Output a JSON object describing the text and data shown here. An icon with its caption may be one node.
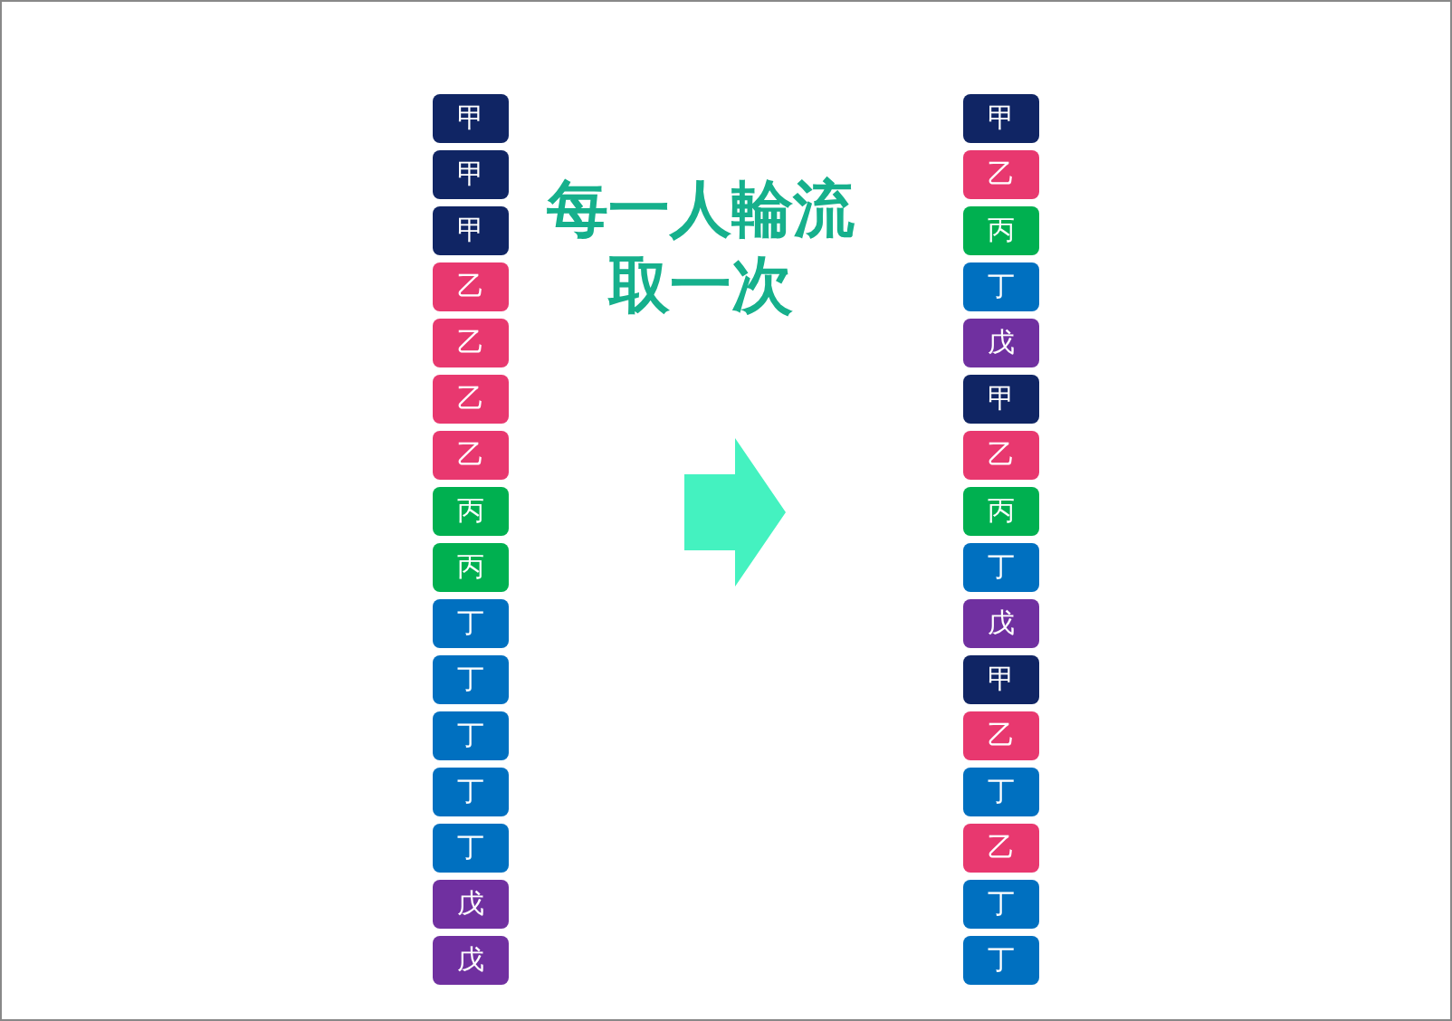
{
  "diagram": {
    "title": "每一人輪流取一次",
    "nodes": [
      {
        "text": [
          "甲"
        ]
      },
      {
        "text": [
          "甲"
        ]
      },
      {
        "text": [
          "甲"
        ]
      },
      {
        "text": [
          "乙"
        ]
      },
      {
        "text": [
          "乙"
        ]
      },
      {
        "text": [
          "乙"
        ]
      },
      {
        "text": [
          "乙"
        ]
      },
      {
        "text": [
          "丙"
        ]
      },
      {
        "text": [
          "丙"
        ]
      },
      {
        "text": [
          "丁"
        ]
      },
      {
        "text": [
          "丁"
        ]
      },
      {
        "text": [
          "丁"
        ]
      },
      {
        "text": [
          "丁"
        ]
      },
      {
        "text": [
          "丁"
        ]
      },
      {
        "text": [
          "戊"
        ]
      },
      {
        "text": [
          "戊"
        ]
      },
      {
        "text": [
          "甲"
        ]
      },
      {
        "text": [
          "乙"
        ]
      },
      {
        "text": [
          "丙"
        ]
      },
      {
        "text": [
          "丁"
        ]
      },
      {
        "text": [
          "戊"
        ]
      },
      {
        "text": [
          "甲"
        ]
      },
      {
        "text": [
          "乙"
        ]
      },
      {
        "text": [
          "丙"
        ]
      },
      {
        "text": [
          "丁"
        ]
      },
      {
        "text": [
          "戊"
        ]
      },
      {
        "text": [
          "甲"
        ]
      },
      {
        "text": [
          "乙"
        ]
      },
      {
        "text": [
          "丁"
        ]
      },
      {
        "text": [
          "乙"
        ]
      },
      {
        "text": [
          "丁"
        ]
      },
      {
        "text": [
          "丁"
        ]
      }
    ],
    "edges": []
  }
}
